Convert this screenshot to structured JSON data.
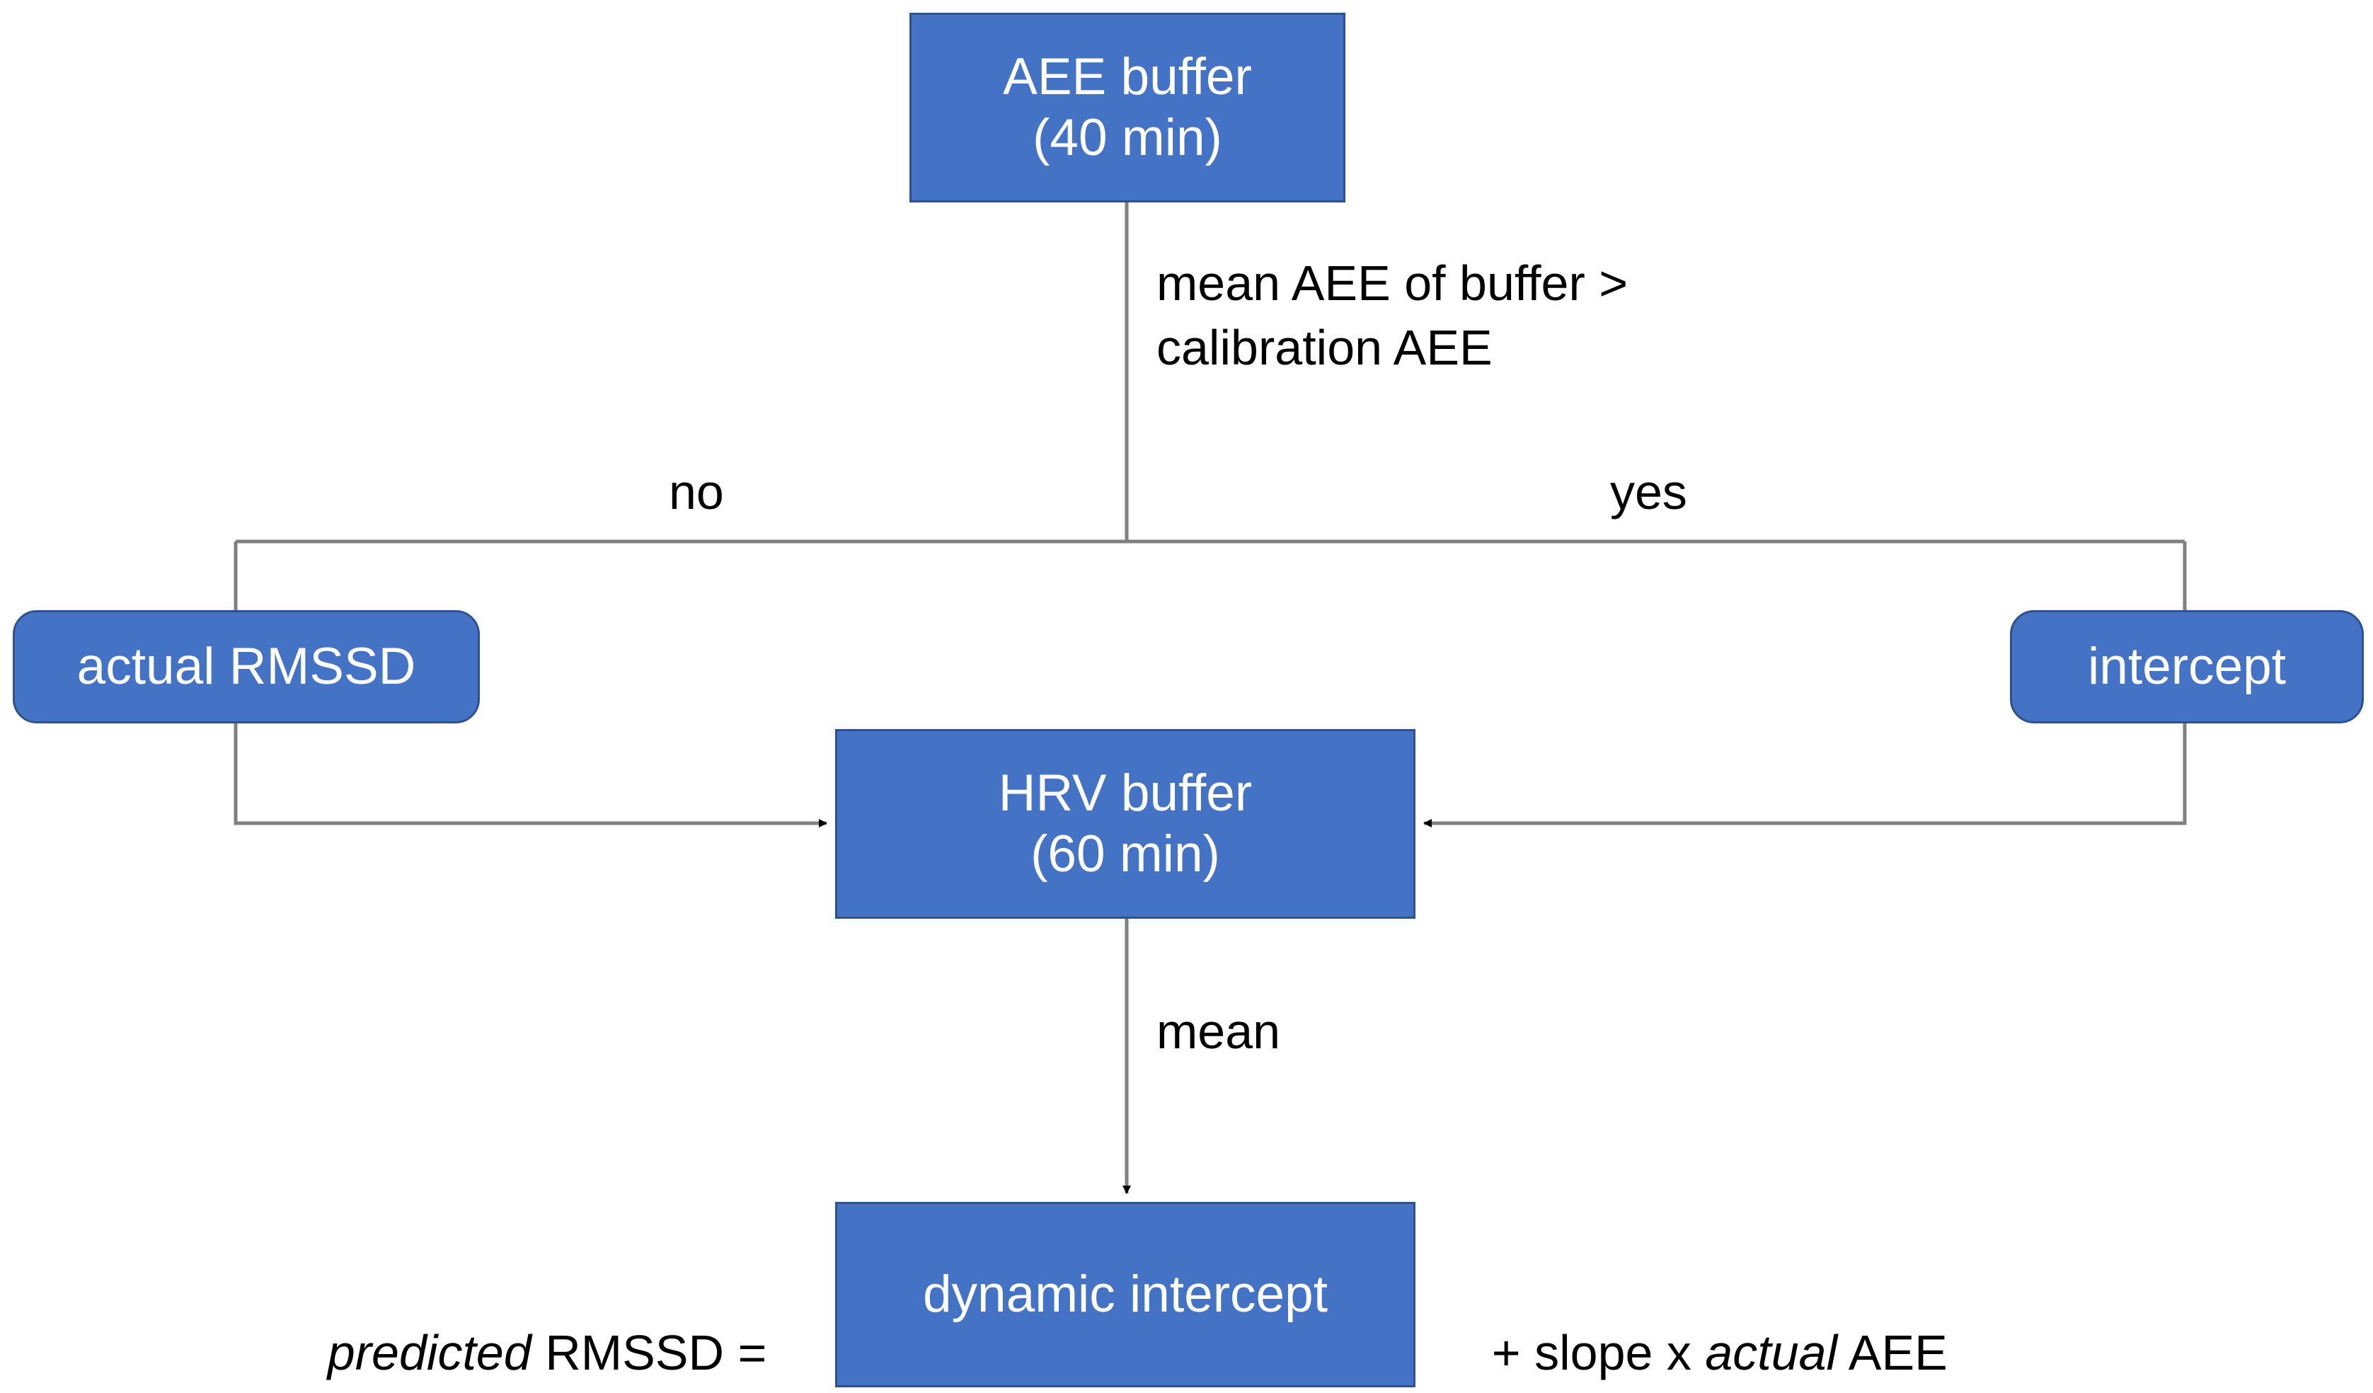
{
  "diagram": {
    "title": "Dynamic intercept HRV prediction flowchart",
    "colors": {
      "node_fill": "#4472C4",
      "node_border": "#2F528F",
      "node_text": "#FFFFFF",
      "connector": "#808080",
      "label_text": "#000000",
      "background": "#FFFFFF"
    },
    "nodes": {
      "aee_buffer": {
        "line1": "AEE buffer",
        "line2": "(40 min)",
        "shape": "rectangle"
      },
      "actual_rmssd": {
        "line1": "actual RMSSD",
        "shape": "rounded-rectangle"
      },
      "intercept": {
        "line1": "intercept",
        "shape": "rounded-rectangle"
      },
      "hrv_buffer": {
        "line1": "HRV buffer",
        "line2": "(60 min)",
        "shape": "rectangle"
      },
      "dynamic_intercept": {
        "line1": "dynamic intercept",
        "shape": "rectangle"
      }
    },
    "labels": {
      "condition": "mean AEE of buffer > calibration AEE",
      "branch_no": "no",
      "branch_yes": "yes",
      "mean": "mean"
    },
    "formula": {
      "left_italic": "predicted",
      "left_plain": " RMSSD =",
      "right_plain_a": "+ slope x ",
      "right_italic": "actual",
      "right_plain_b": " AEE"
    },
    "edges": [
      {
        "from": "aee_buffer",
        "to": "branch-point",
        "label": "mean AEE of buffer > calibration AEE",
        "arrow": false
      },
      {
        "from": "branch-point",
        "to": "actual_rmssd_path",
        "label": "no",
        "arrow": false
      },
      {
        "from": "branch-point",
        "to": "intercept_path",
        "label": "yes",
        "arrow": false
      },
      {
        "from": "actual_rmssd_path",
        "to": "hrv_buffer",
        "label": "",
        "arrow": true
      },
      {
        "from": "intercept_path",
        "to": "hrv_buffer",
        "label": "",
        "arrow": true
      },
      {
        "from": "hrv_buffer",
        "to": "dynamic_intercept",
        "label": "mean",
        "arrow": true
      }
    ]
  }
}
